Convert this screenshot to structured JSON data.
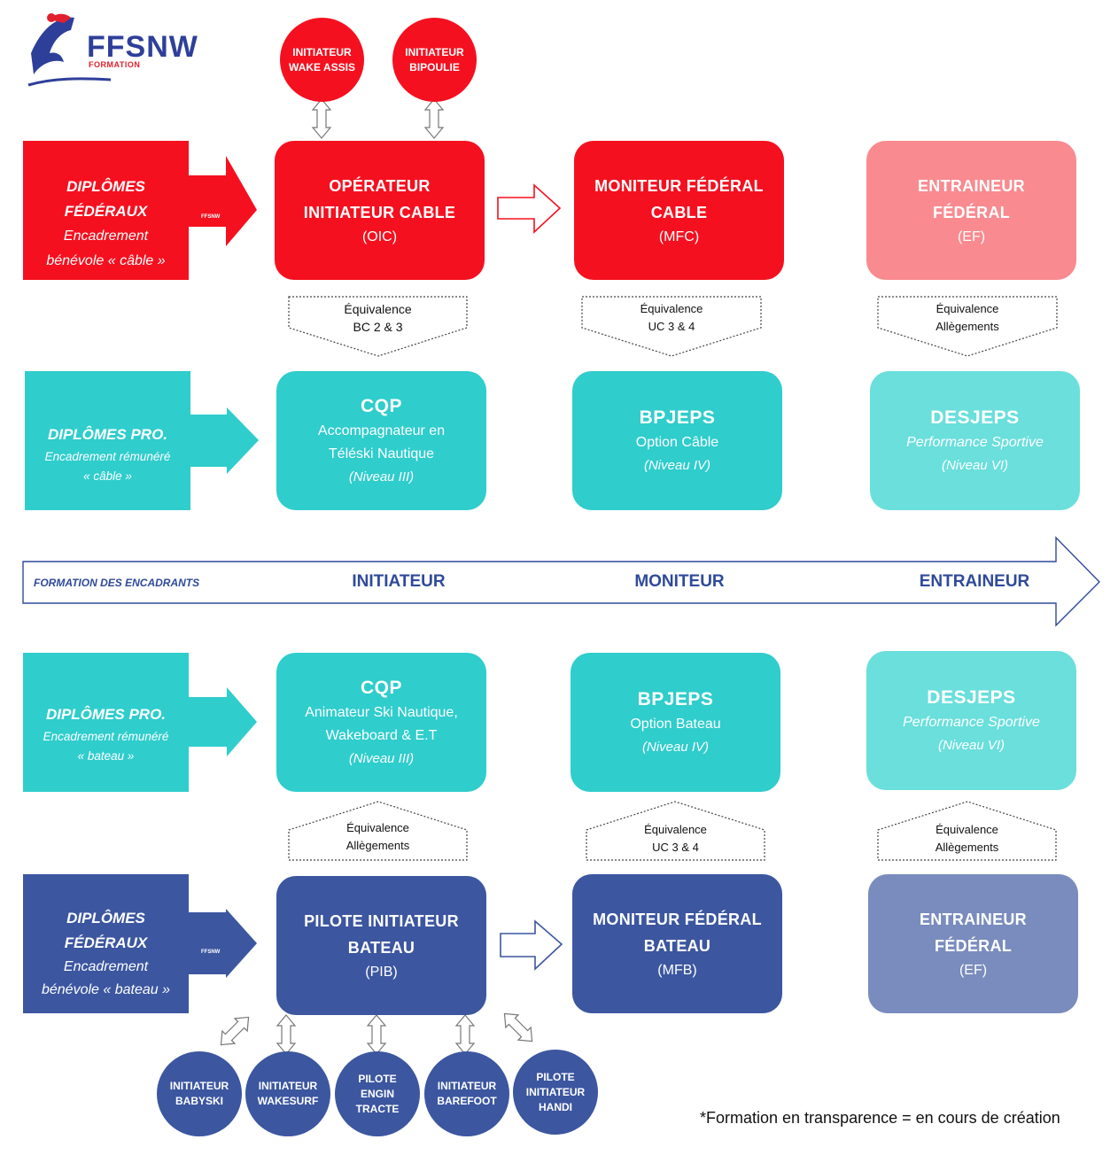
{
  "logo": {
    "name": "FFSNW",
    "sub": "FORMATION"
  },
  "top_circles": [
    {
      "l1": "INITIATEUR",
      "l2": "WAKE ASSIS"
    },
    {
      "l1": "INITIATEUR",
      "l2": "BIPOULIE"
    }
  ],
  "row_red": {
    "label": {
      "h1": "DIPLÔMES",
      "h2": "FÉDÉRAUX",
      "s1": "Encadrement",
      "s2": "bénévole « câble »",
      "badge": "FFSNW"
    },
    "oic": {
      "l1": "OPÉRATEUR",
      "l2": "INITIATEUR CABLE",
      "l3": "(OIC)"
    },
    "mfc": {
      "l1": "MONITEUR FÉDÉRAL",
      "l2": "CABLE",
      "l3": "(MFC)"
    },
    "ef": {
      "l1": "ENTRAINEUR",
      "l2": "FÉDÉRAL",
      "l3": "(EF)"
    }
  },
  "equiv_top": [
    {
      "l1": "Équivalence",
      "l2": "BC  2 & 3"
    },
    {
      "l1": "Équivalence",
      "l2": "UC 3 & 4"
    },
    {
      "l1": "Équivalence",
      "l2": "Allègements"
    }
  ],
  "row_teal_cable": {
    "label": {
      "h1": "DIPLÔMES PRO.",
      "s1": "Encadrement rémunéré",
      "s2": "« câble »"
    },
    "cqp": {
      "t": "CQP",
      "l1": "Accompagnateur en",
      "l2": "Téléski Nautique",
      "l3": "(Niveau III)"
    },
    "bpjeps": {
      "t": "BPJEPS",
      "l1": "Option Câble",
      "l3": "(Niveau IV)"
    },
    "desjeps": {
      "t": "DESJEPS",
      "l1": "Performance Sportive",
      "l3": "(Niveau VI)"
    }
  },
  "axis": {
    "title": "FORMATION DES ENCADRANTS",
    "levels": [
      "INITIATEUR",
      "MONITEUR",
      "ENTRAINEUR"
    ]
  },
  "row_teal_boat": {
    "label": {
      "h1": "DIPLÔMES PRO.",
      "s1": "Encadrement rémunéré",
      "s2": "« bateau »"
    },
    "cqp": {
      "t": "CQP",
      "l1": "Animateur Ski Nautique,",
      "l2": "Wakeboard & E.T",
      "l3": "(Niveau III)"
    },
    "bpjeps": {
      "t": "BPJEPS",
      "l1": "Option Bateau",
      "l3": "(Niveau IV)"
    },
    "desjeps": {
      "t": "DESJEPS",
      "l1": "Performance Sportive",
      "l3": "(Niveau VI)"
    }
  },
  "equiv_bottom": [
    {
      "l1": "Équivalence",
      "l2": "Allègements"
    },
    {
      "l1": "Équivalence",
      "l2": "UC 3 & 4"
    },
    {
      "l1": "Équivalence",
      "l2": "Allègements"
    }
  ],
  "row_navy": {
    "label": {
      "h1": "DIPLÔMES",
      "h2": "FÉDÉRAUX",
      "s1": "Encadrement",
      "s2": "bénévole « bateau »",
      "badge": "FFSNW"
    },
    "pib": {
      "l1": "PILOTE INITIATEUR",
      "l2": "BATEAU",
      "l3": "(PIB)"
    },
    "mfb": {
      "l1": "MONITEUR FÉDÉRAL",
      "l2": "BATEAU",
      "l3": "(MFB)"
    },
    "ef": {
      "l1": "ENTRAINEUR",
      "l2": "FÉDÉRAL",
      "l3": "(EF)"
    }
  },
  "bottom_circles": [
    {
      "l1": "INITIATEUR",
      "l2": "BABYSKI",
      "l3": ""
    },
    {
      "l1": "INITIATEUR",
      "l2": "WAKESURF",
      "l3": ""
    },
    {
      "l1": "PILOTE",
      "l2": "ENGIN",
      "l3": "TRACTE"
    },
    {
      "l1": "INITIATEUR",
      "l2": "BAREFOOT",
      "l3": ""
    },
    {
      "l1": "PILOTE",
      "l2": "INITIATEUR",
      "l3": "HANDI"
    }
  ],
  "footnote": "*Formation en transparence = en cours de création",
  "colors": {
    "red": "#f5101f",
    "red_light": "#f98a8f",
    "teal": "#2fcdcc",
    "teal_light": "#6adfdc",
    "navy": "#3c56a0",
    "navy_light": "#7a8cbe",
    "axis": "#2f4a9a"
  }
}
